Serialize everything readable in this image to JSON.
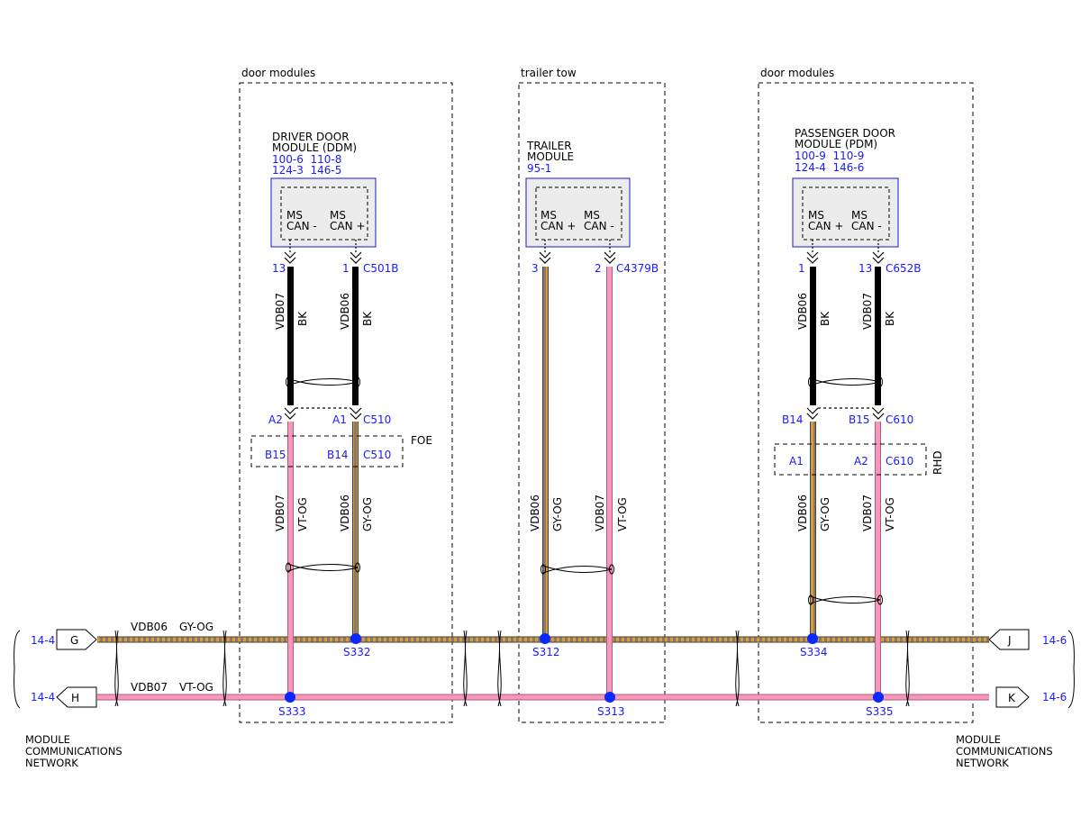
{
  "colors": {
    "gy_og_base": "#8c7b63",
    "gy_og_stripe": "#d99a3c",
    "vt_og_base": "#f598bb",
    "vt_og_stripe": "#d96a96",
    "bk": "#000000",
    "splice": "#0a28ff",
    "label_blue": "#1a1aff",
    "module_fill": "#ececec",
    "module_border": "#3c3cd8"
  },
  "groups": {
    "left": "door modules",
    "middle": "trailer tow",
    "right": "door modules"
  },
  "ddm": {
    "name1": "DRIVER DOOR",
    "name2": "MODULE (DDM)",
    "ref1": "100-6  110-8",
    "ref2": "124-3  146-5",
    "p1_line1": "MS",
    "p1_line2": "CAN -",
    "p2_line1": "MS",
    "p2_line2": "CAN +",
    "pin_a": "13",
    "pin_b": "1",
    "connector": "C501B",
    "circ_a": "VDB07",
    "color_a": "BK",
    "circ_b": "VDB06",
    "color_b": "BK",
    "inline_a": "A2",
    "inline_b": "A1",
    "inline_conn": "C510",
    "foe_a": "B15",
    "foe_b": "B14",
    "foe_conn": "C510",
    "foe_tag": "FOE",
    "lower_circ_a": "VDB07",
    "lower_color_a": "VT-OG",
    "lower_circ_b": "VDB06",
    "lower_color_b": "GY-OG"
  },
  "trailer": {
    "name1": "TRAILER",
    "name2": "MODULE",
    "ref1": "95-1",
    "p1_line1": "MS",
    "p1_line2": "CAN +",
    "p2_line1": "MS",
    "p2_line2": "CAN -",
    "pin_a": "3",
    "pin_b": "2",
    "connector": "C4379B",
    "circ_a": "VDB06",
    "color_a": "GY-OG",
    "circ_b": "VDB07",
    "color_b": "VT-OG"
  },
  "pdm": {
    "name1": "PASSENGER DOOR",
    "name2": "MODULE (PDM)",
    "ref1": "100-9  110-9",
    "ref2": "124-4  146-6",
    "p1_line1": "MS",
    "p1_line2": "CAN +",
    "p2_line1": "MS",
    "p2_line2": "CAN -",
    "pin_a": "1",
    "pin_b": "13",
    "connector": "C652B",
    "circ_a": "VDB06",
    "color_a": "BK",
    "circ_b": "VDB07",
    "color_b": "BK",
    "inline_a": "B14",
    "inline_b": "B15",
    "inline_conn": "C610",
    "rhd_a": "A1",
    "rhd_b": "A2",
    "rhd_conn": "C610",
    "rhd_tag": "RHD",
    "lower_circ_a": "VDB06",
    "lower_color_a": "GY-OG",
    "lower_circ_b": "VDB07",
    "lower_color_b": "VT-OG"
  },
  "bus": {
    "top_circuit": "VDB06",
    "top_color": "GY-OG",
    "bottom_circuit": "VDB07",
    "bottom_color": "VT-OG",
    "left_top_ref": "14-4",
    "left_top_tag": "G",
    "left_bottom_ref": "14-4",
    "left_bottom_tag": "H",
    "right_top_ref": "14-6",
    "right_top_tag": "J",
    "right_bottom_ref": "14-6",
    "right_bottom_tag": "K",
    "splices": {
      "s332": "S332",
      "s333": "S333",
      "s312": "S312",
      "s313": "S313",
      "s334": "S334",
      "s335": "S335"
    }
  },
  "network": {
    "line1": "MODULE",
    "line2": "COMMUNICATIONS",
    "line3": "NETWORK"
  }
}
